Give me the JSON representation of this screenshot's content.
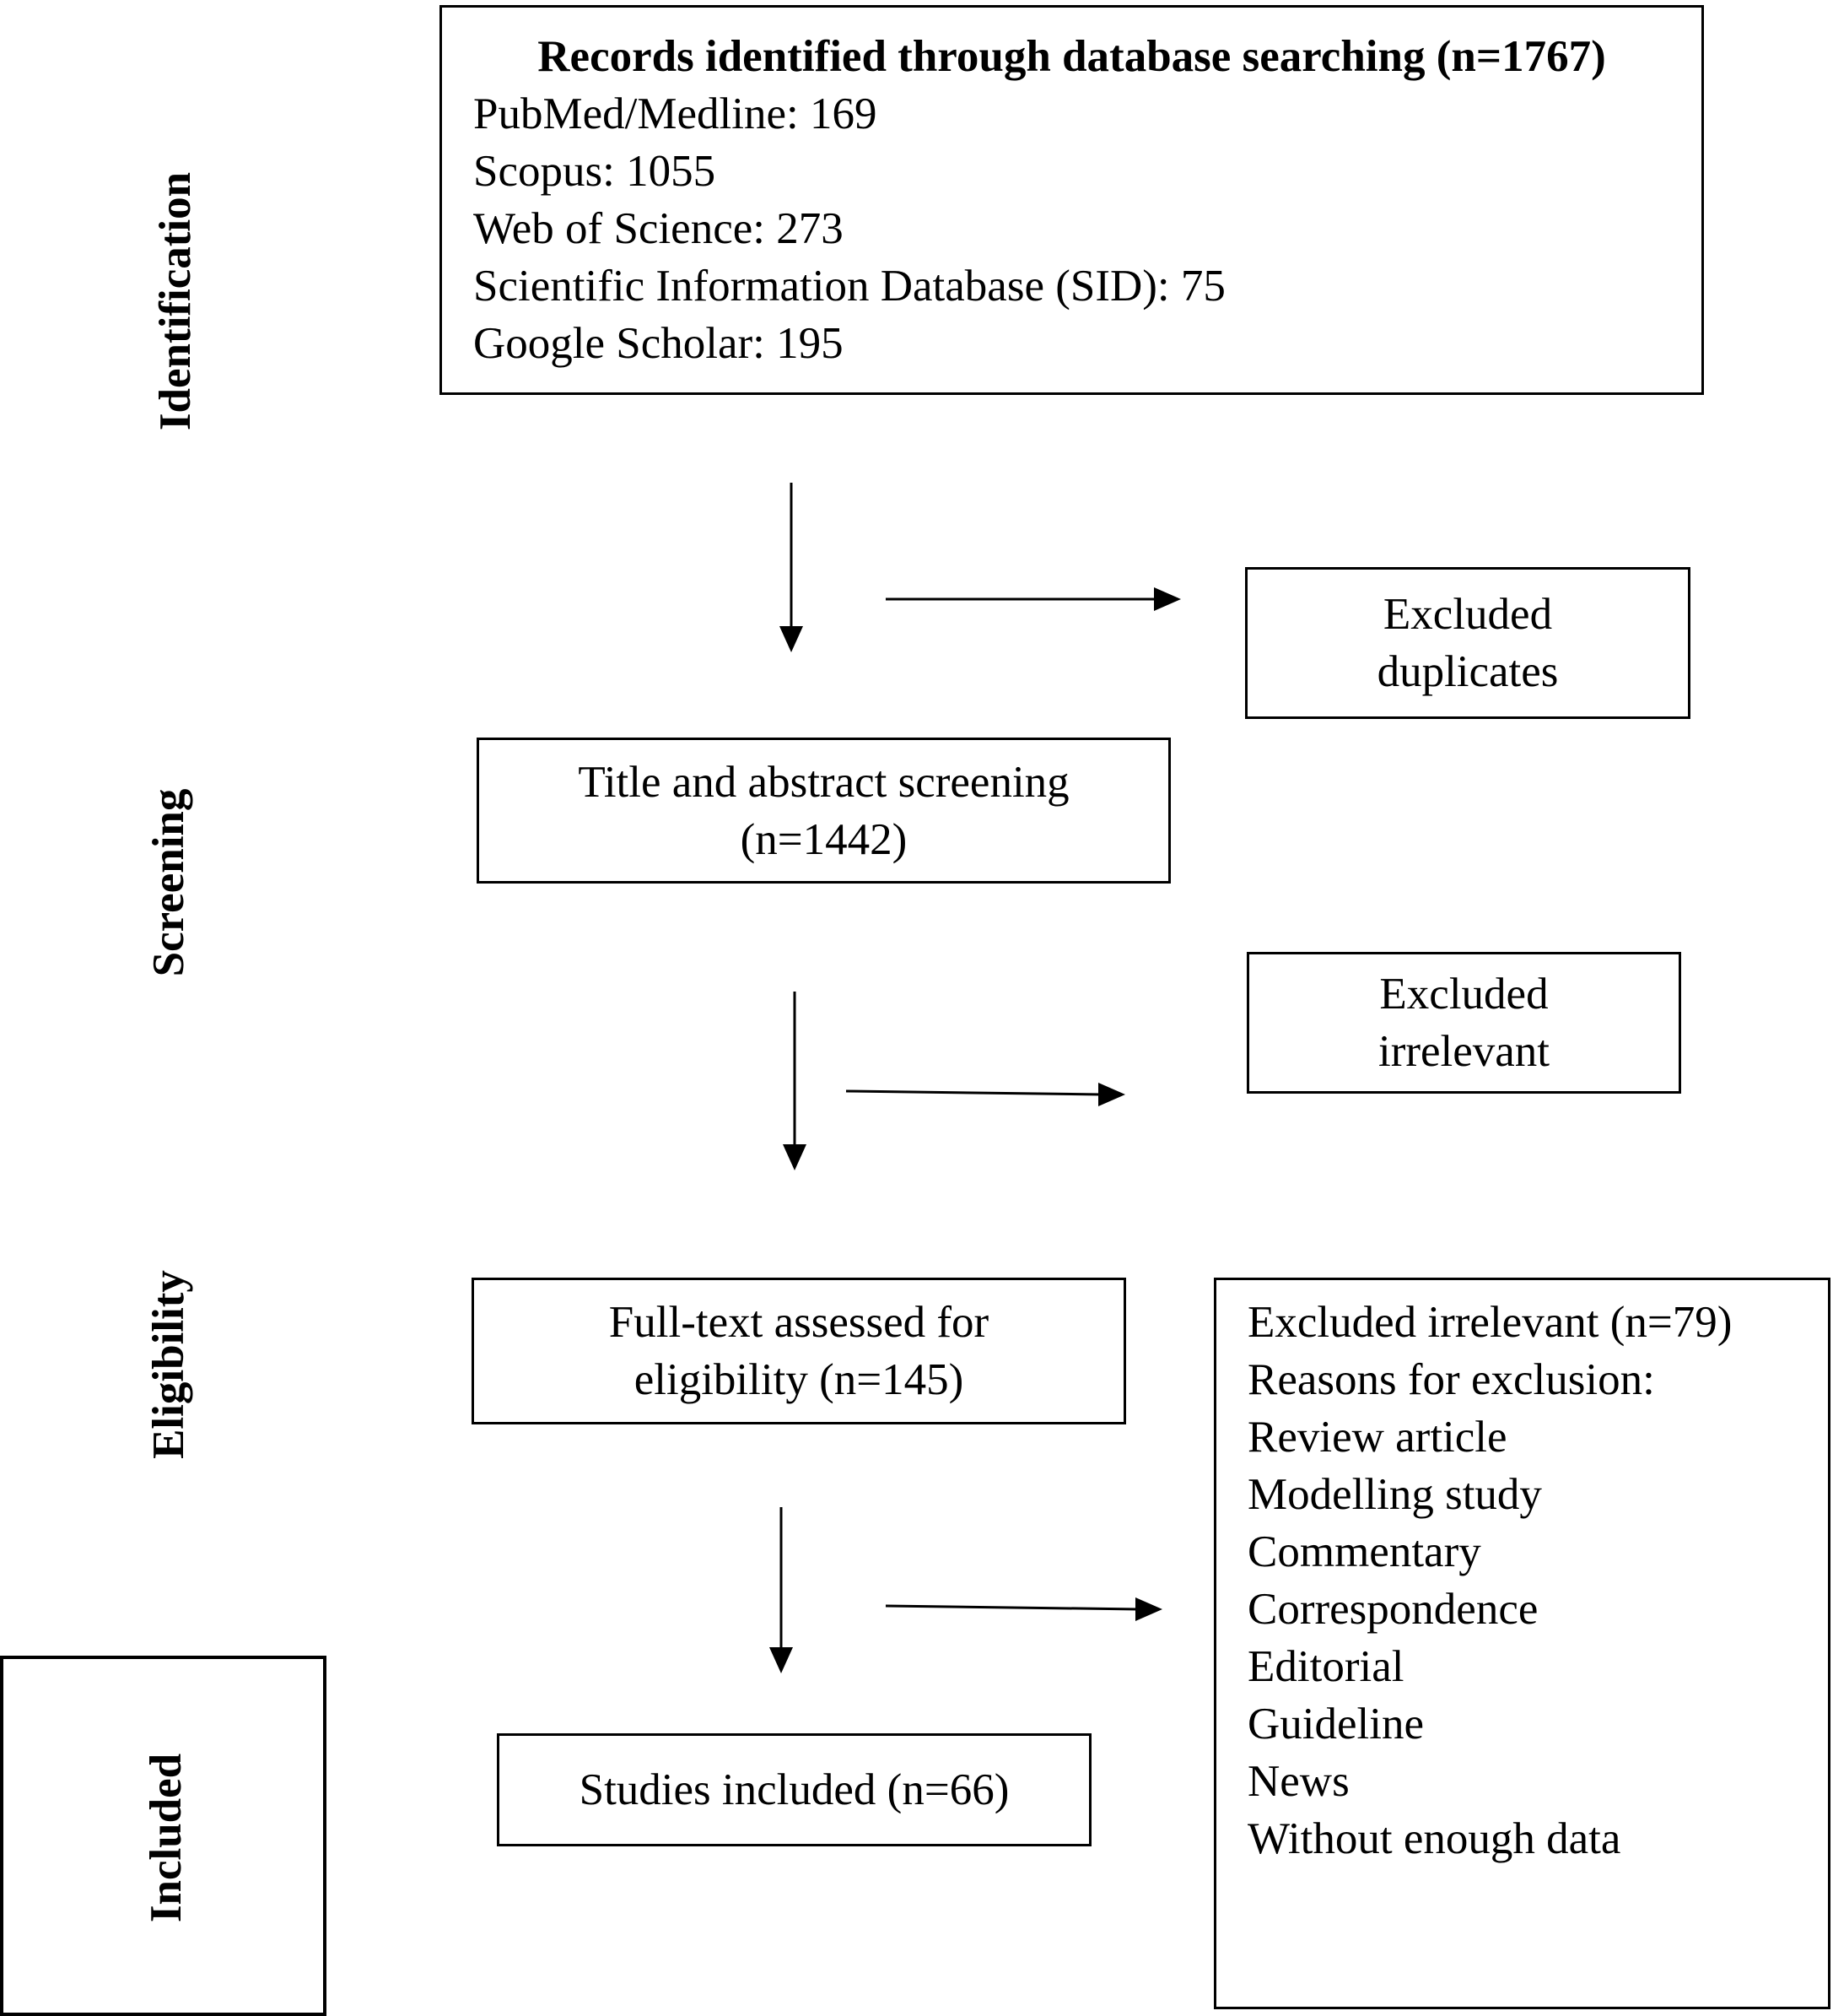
{
  "stages": {
    "identification": "Identification",
    "screening": "Screening",
    "eligibility": "Eligibility",
    "included": "Included"
  },
  "records": {
    "title": "Records identified through database searching (n=1767)",
    "sources": [
      "PubMed/Medline: 169",
      "Scopus: 1055",
      "Web of Science: 273",
      "Scientific Information Database (SID): 75",
      "Google Scholar: 195"
    ]
  },
  "excluded_duplicates": {
    "lines": [
      "Excluded",
      "duplicates"
    ]
  },
  "screening": {
    "lines": [
      "Title and abstract screening",
      "(n=1442)"
    ]
  },
  "excluded_irrelevant": {
    "lines": [
      "Excluded",
      "irrelevant"
    ]
  },
  "fulltext": {
    "lines": [
      "Full-text assessed for",
      "eligibility (n=145)"
    ]
  },
  "included": {
    "label": "Studies included (n=66)"
  },
  "exclusion_reasons": {
    "heading": "Excluded irrelevant (n=79)",
    "subheading": "Reasons for exclusion:",
    "reasons": [
      "Review article",
      "Modelling study",
      "Commentary",
      "Correspondence",
      "Editorial",
      "Guideline",
      "News",
      "Without enough data"
    ]
  }
}
